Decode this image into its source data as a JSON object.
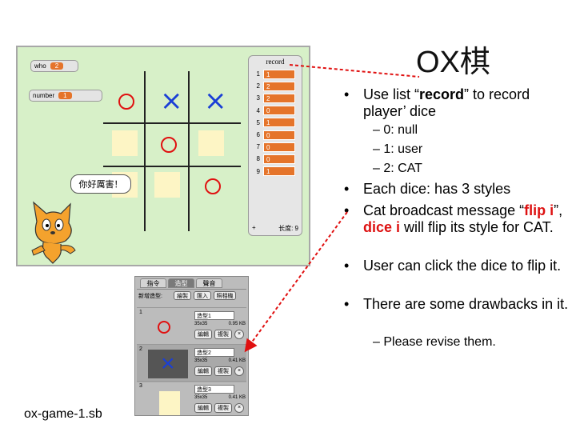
{
  "slide": {
    "title": "OX棋",
    "caption": "ox-game-1.sb"
  },
  "stage": {
    "monitor_who": {
      "label": "who",
      "value": "2"
    },
    "monitor_number": {
      "label": "number",
      "value": "1"
    },
    "bubble": "你好厲害！",
    "record": {
      "title": "record",
      "rows": [
        {
          "index": "1",
          "value": "1"
        },
        {
          "index": "2",
          "value": "2"
        },
        {
          "index": "3",
          "value": "2"
        },
        {
          "index": "4",
          "value": "0"
        },
        {
          "index": "5",
          "value": "1"
        },
        {
          "index": "6",
          "value": "0"
        },
        {
          "index": "7",
          "value": "0"
        },
        {
          "index": "8",
          "value": "0"
        },
        {
          "index": "9",
          "value": "1"
        }
      ],
      "footer_add": "+",
      "footer_length": "长度: 9"
    },
    "board": [
      "O",
      "X",
      "X",
      "dice",
      "O",
      "dice",
      "dice",
      "dice",
      "O"
    ]
  },
  "bullets": [
    {
      "parts": [
        {
          "t": "Use list “"
        },
        {
          "t": "record",
          "b": true
        },
        {
          "t": "” to record player’ dice"
        }
      ]
    },
    {
      "parts": [
        {
          "t": "Each dice: has 3 styles"
        }
      ]
    },
    {
      "parts": [
        {
          "t": "Cat broadcast message “"
        },
        {
          "t": "flip i",
          "red": true
        },
        {
          "t": "”, "
        },
        {
          "t": "dice i",
          "red": true
        },
        {
          "t": " will flip its style for CAT."
        }
      ]
    },
    {
      "parts": [
        {
          "t": "User can click the dice to flip it."
        }
      ]
    },
    {
      "parts": [
        {
          "t": "There are some drawbacks in it."
        }
      ]
    }
  ],
  "sub_bullets_1": [
    "0: null",
    "1: user",
    "2: CAT"
  ],
  "sub_bullets_2": [
    "Please revise them."
  ],
  "panel": {
    "tabs": [
      "指令",
      "造型",
      "聲音"
    ],
    "new_costume_label": "新增造型:",
    "buttons": [
      "繪製",
      "匯入",
      "照相機"
    ],
    "costumes": [
      {
        "num": "1",
        "name": "造型1",
        "size": "35x35",
        "kb": "0.95 KB",
        "btn1": "編輯",
        "btn2": "複製",
        "symbol": "O"
      },
      {
        "num": "2",
        "name": "造型2",
        "size": "35x35",
        "kb": "0.41 KB",
        "btn1": "編輯",
        "btn2": "複製",
        "symbol": "X"
      },
      {
        "num": "3",
        "name": "造型3",
        "size": "35x35",
        "kb": "0.41 KB",
        "btn1": "編輯",
        "btn2": "複製",
        "symbol": "dice"
      }
    ]
  },
  "colors": {
    "stage_bg": "#d7f0c8",
    "circle": "#e01010",
    "cross": "#1a3fd6",
    "dice": "#fdf5c5",
    "list_cell": "#e5742a",
    "arrow": "#e01010"
  }
}
